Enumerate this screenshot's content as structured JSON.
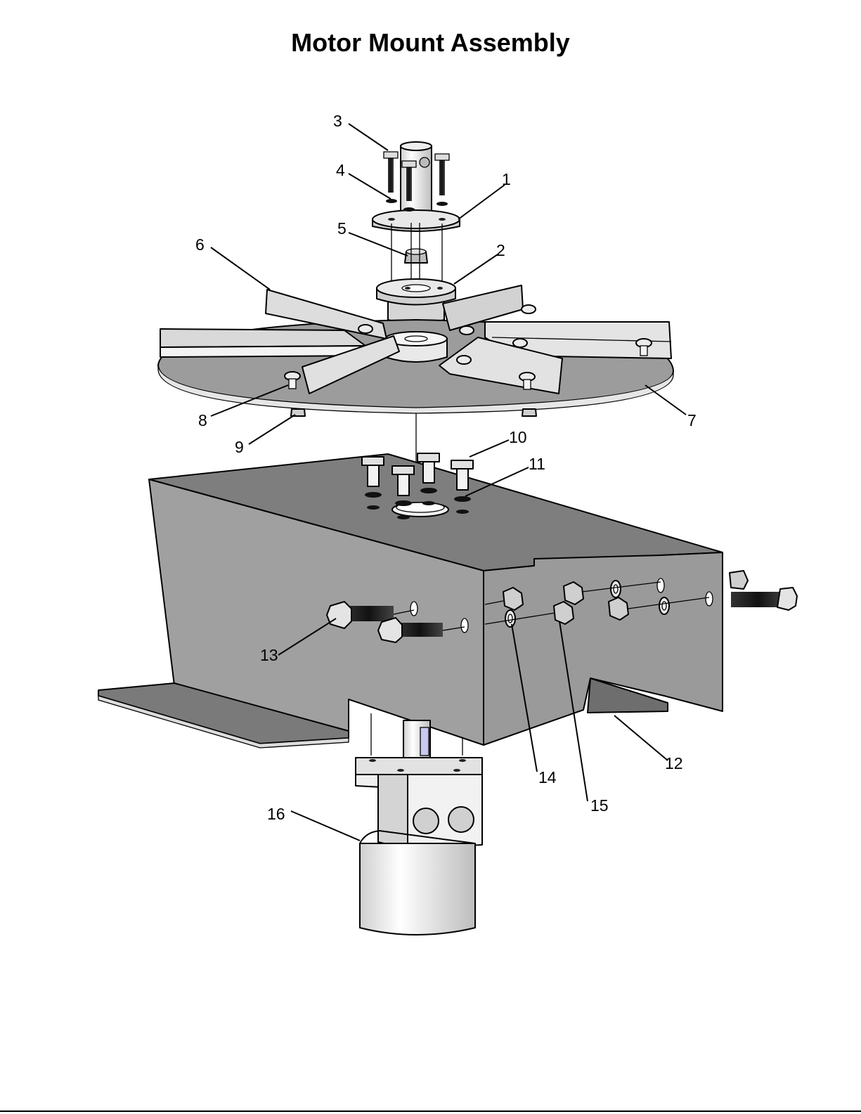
{
  "title": "Motor Mount Assembly",
  "colors": {
    "line": "#000000",
    "steel_dark": "#7c7c7c",
    "steel_mid": "#9e9e9e",
    "steel_light": "#d9d9d9",
    "steel_white": "#f2f2f2"
  },
  "callouts": [
    {
      "id": "1",
      "label": "1"
    },
    {
      "id": "2",
      "label": "2"
    },
    {
      "id": "3",
      "label": "3"
    },
    {
      "id": "4",
      "label": "4"
    },
    {
      "id": "5",
      "label": "5"
    },
    {
      "id": "6",
      "label": "6"
    },
    {
      "id": "7",
      "label": "7"
    },
    {
      "id": "8",
      "label": "8"
    },
    {
      "id": "9",
      "label": "9"
    },
    {
      "id": "10",
      "label": "10"
    },
    {
      "id": "11",
      "label": "11"
    },
    {
      "id": "12",
      "label": "12"
    },
    {
      "id": "13",
      "label": "13"
    },
    {
      "id": "14",
      "label": "14"
    },
    {
      "id": "15",
      "label": "15"
    },
    {
      "id": "16",
      "label": "16"
    }
  ]
}
